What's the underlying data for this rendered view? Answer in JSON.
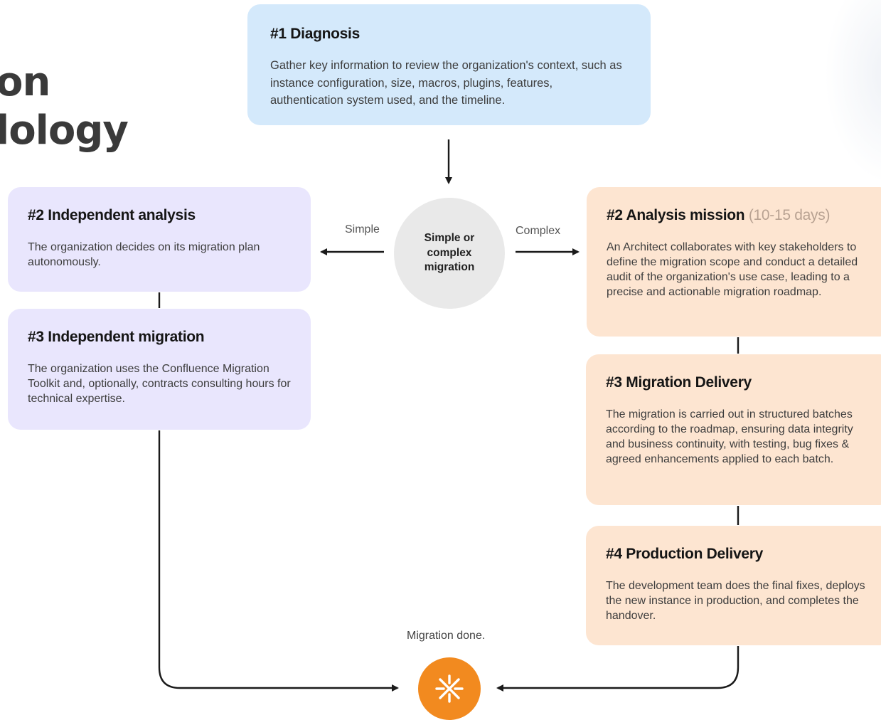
{
  "title": {
    "line1": "on",
    "line2": "lology"
  },
  "diagnosis": {
    "heading": "#1  Diagnosis",
    "text": "Gather key information to review the organization's context, such as instance configuration, size, macros, plugins, features, authentication system used, and the timeline."
  },
  "decision": {
    "text": "Simple or complex migration"
  },
  "labels": {
    "simple": "Simple",
    "complex": "Complex",
    "done": "Migration done."
  },
  "simple_path": {
    "analysis": {
      "heading": "#2  Independent analysis",
      "text": "The organization decides on its migration plan autonomously."
    },
    "migration": {
      "heading": "#3  Independent migration",
      "text": "The organization uses the Confluence Migration Toolkit and, optionally, contracts consulting hours for technical expertise."
    }
  },
  "complex_path": {
    "analysis": {
      "heading": "#2  Analysis mission",
      "duration": "(10-15 days)",
      "text": "An Architect collaborates with key stakeholders to define the migration scope and conduct a detailed audit of the organization's use case, leading to a precise and actionable migration roadmap."
    },
    "delivery": {
      "heading": "#3 Migration Delivery",
      "text": "The migration is carried out in structured batches according to the roadmap, ensuring data integrity and business continuity, with testing, bug fixes & agreed enhancements applied to each batch."
    },
    "production": {
      "heading": "#4 Production Delivery",
      "text": "The development team does the final fixes, deploys the new instance in production, and completes the handover."
    }
  },
  "colors": {
    "blue_box": "#d4e9fb",
    "purple_box": "#e9e6fd",
    "peach_box": "#fde5d1",
    "decision_circle": "#e9e9e9",
    "end_circle": "#f28a1f",
    "duration_text": "#b8a292"
  },
  "icons": {
    "end": "sparkle-icon"
  }
}
